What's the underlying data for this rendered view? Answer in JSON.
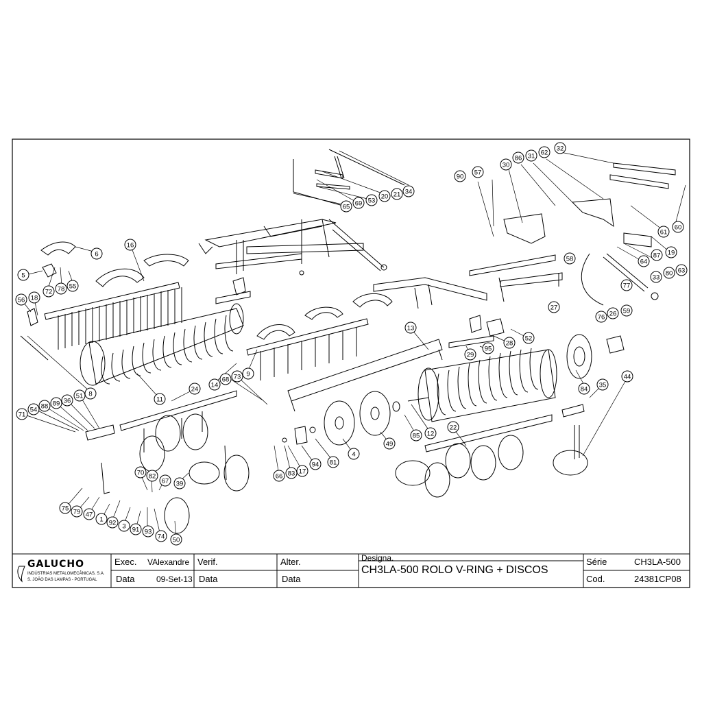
{
  "title_block": {
    "company": "GALUCHO",
    "company_line1": "INDÚSTRIAS METALOMECÂNICAS, S.A.",
    "company_line2": "S. JOÃO DAS LAMPAS - PORTUGAL",
    "exec_label": "Exec.",
    "exec_value": "VAlexandre",
    "verif_label": "Verif.",
    "alter_label": "Alter.",
    "data_label": "Data",
    "date_value": "09-Set-13",
    "designa_label": "Designa.",
    "designation": "CH3LA-500 ROLO V-RING + DISCOS",
    "serie_label": "Série",
    "serie_value": "CH3LA-500",
    "cod_label": "Cod.",
    "cod_value": "24381CP08"
  },
  "balloons": [
    "34",
    "21",
    "20",
    "53",
    "69",
    "65",
    "90",
    "57",
    "30",
    "86",
    "31",
    "62",
    "32",
    "60",
    "61",
    "19",
    "87",
    "64",
    "80",
    "63",
    "33",
    "58",
    "77",
    "59",
    "26",
    "76",
    "27",
    "6",
    "16",
    "5",
    "72",
    "78",
    "55",
    "56",
    "18",
    "8",
    "11",
    "14",
    "68",
    "73",
    "9",
    "13",
    "52",
    "28",
    "95",
    "29",
    "84",
    "35",
    "44",
    "24",
    "71",
    "54",
    "88",
    "89",
    "36",
    "51",
    "4",
    "49",
    "81",
    "94",
    "17",
    "83",
    "66",
    "85",
    "12",
    "22",
    "70",
    "82",
    "67",
    "39",
    "75",
    "79",
    "47",
    "1",
    "92",
    "3",
    "91",
    "93",
    "74",
    "50"
  ]
}
